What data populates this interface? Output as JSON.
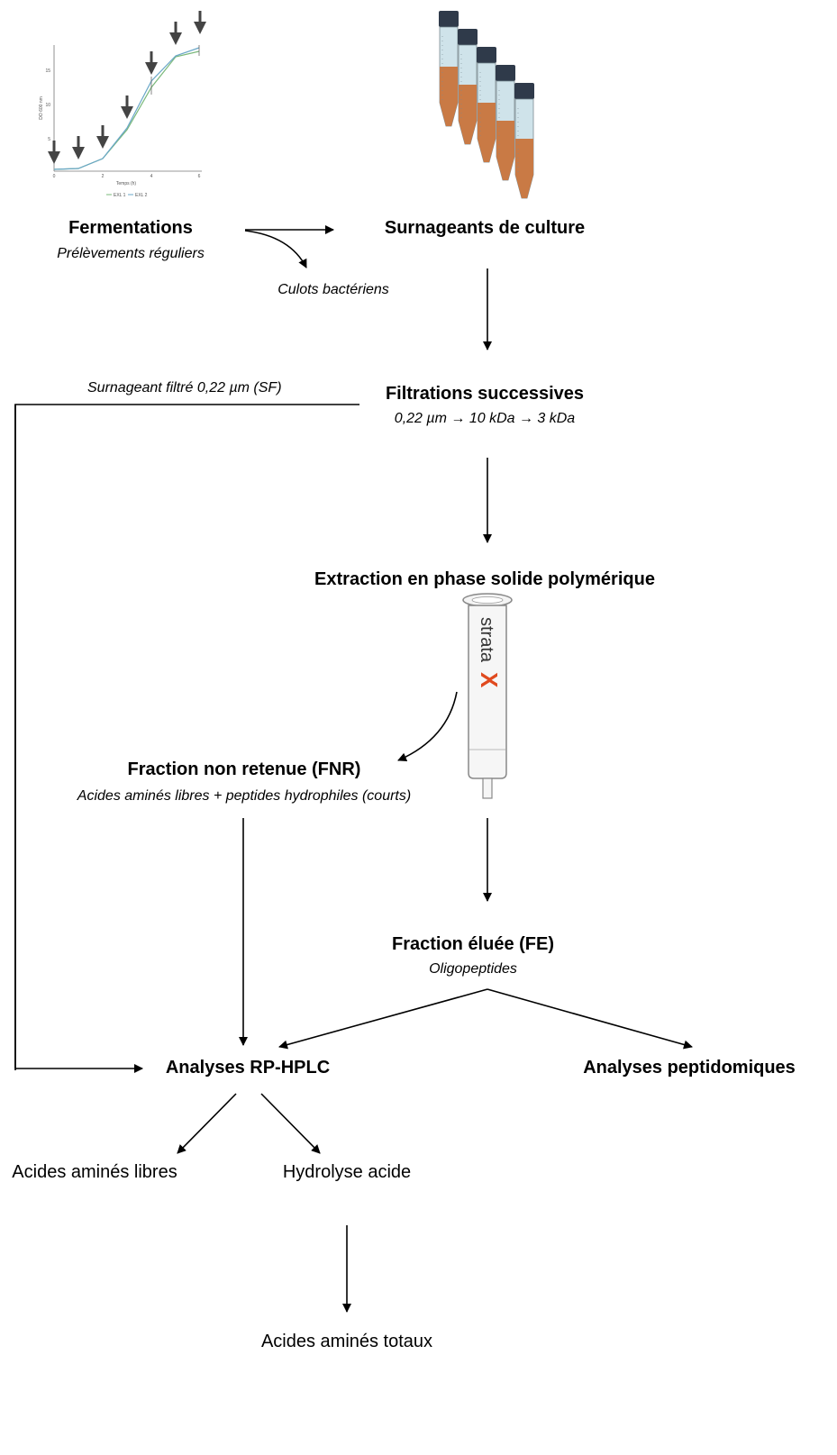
{
  "growth_chart": {
    "ylabel": "DO 600 nm",
    "xlabel": "Temps (h)",
    "x_ticks": [
      "0",
      "2",
      "4",
      "6"
    ],
    "y_ticks": [
      "5",
      "10",
      "15"
    ],
    "legend": [
      "EXL 1",
      "EXL 2"
    ],
    "series": [
      {
        "name": "EXL 1",
        "color": "#7ab87a"
      },
      {
        "name": "EXL 2",
        "color": "#6aa7c8"
      }
    ]
  },
  "tubes": {
    "cap_color": "#2f3a4a",
    "liquid_color": "#c97a45",
    "tube_color": "#cfe3ea"
  },
  "column": {
    "brand": "strata",
    "brand_mark": "X",
    "brand_mark_color": "#e04a1f"
  },
  "nodes": {
    "fermentations": {
      "title": "Fermentations",
      "subtitle": "Prélèvements réguliers"
    },
    "culots": {
      "label": "Culots bactériens"
    },
    "surnageants": {
      "title": "Surnageants de culture"
    },
    "sf": {
      "label": "Surnageant filtré 0,22  µm (SF)"
    },
    "filtrations": {
      "title": "Filtrations successives",
      "subtitle": "0,22 µm → 10 kDa →  3 kDa"
    },
    "extraction": {
      "title": "Extraction en phase solide polymérique"
    },
    "fnr": {
      "title": "Fraction non retenue (FNR)",
      "subtitle": "Acides aminés libres + peptides hydrophiles (courts)"
    },
    "fe": {
      "title": "Fraction éluée (FE)",
      "subtitle": "Oligopeptides"
    },
    "rp_hplc": {
      "title": "Analyses RP-HPLC"
    },
    "peptidomiques": {
      "title": "Analyses peptidomiques"
    },
    "aa_libres": {
      "label": "Acides aminés libres"
    },
    "hydrolyse": {
      "label": "Hydrolyse acide"
    },
    "aa_totaux": {
      "label": "Acides aminés totaux"
    }
  }
}
